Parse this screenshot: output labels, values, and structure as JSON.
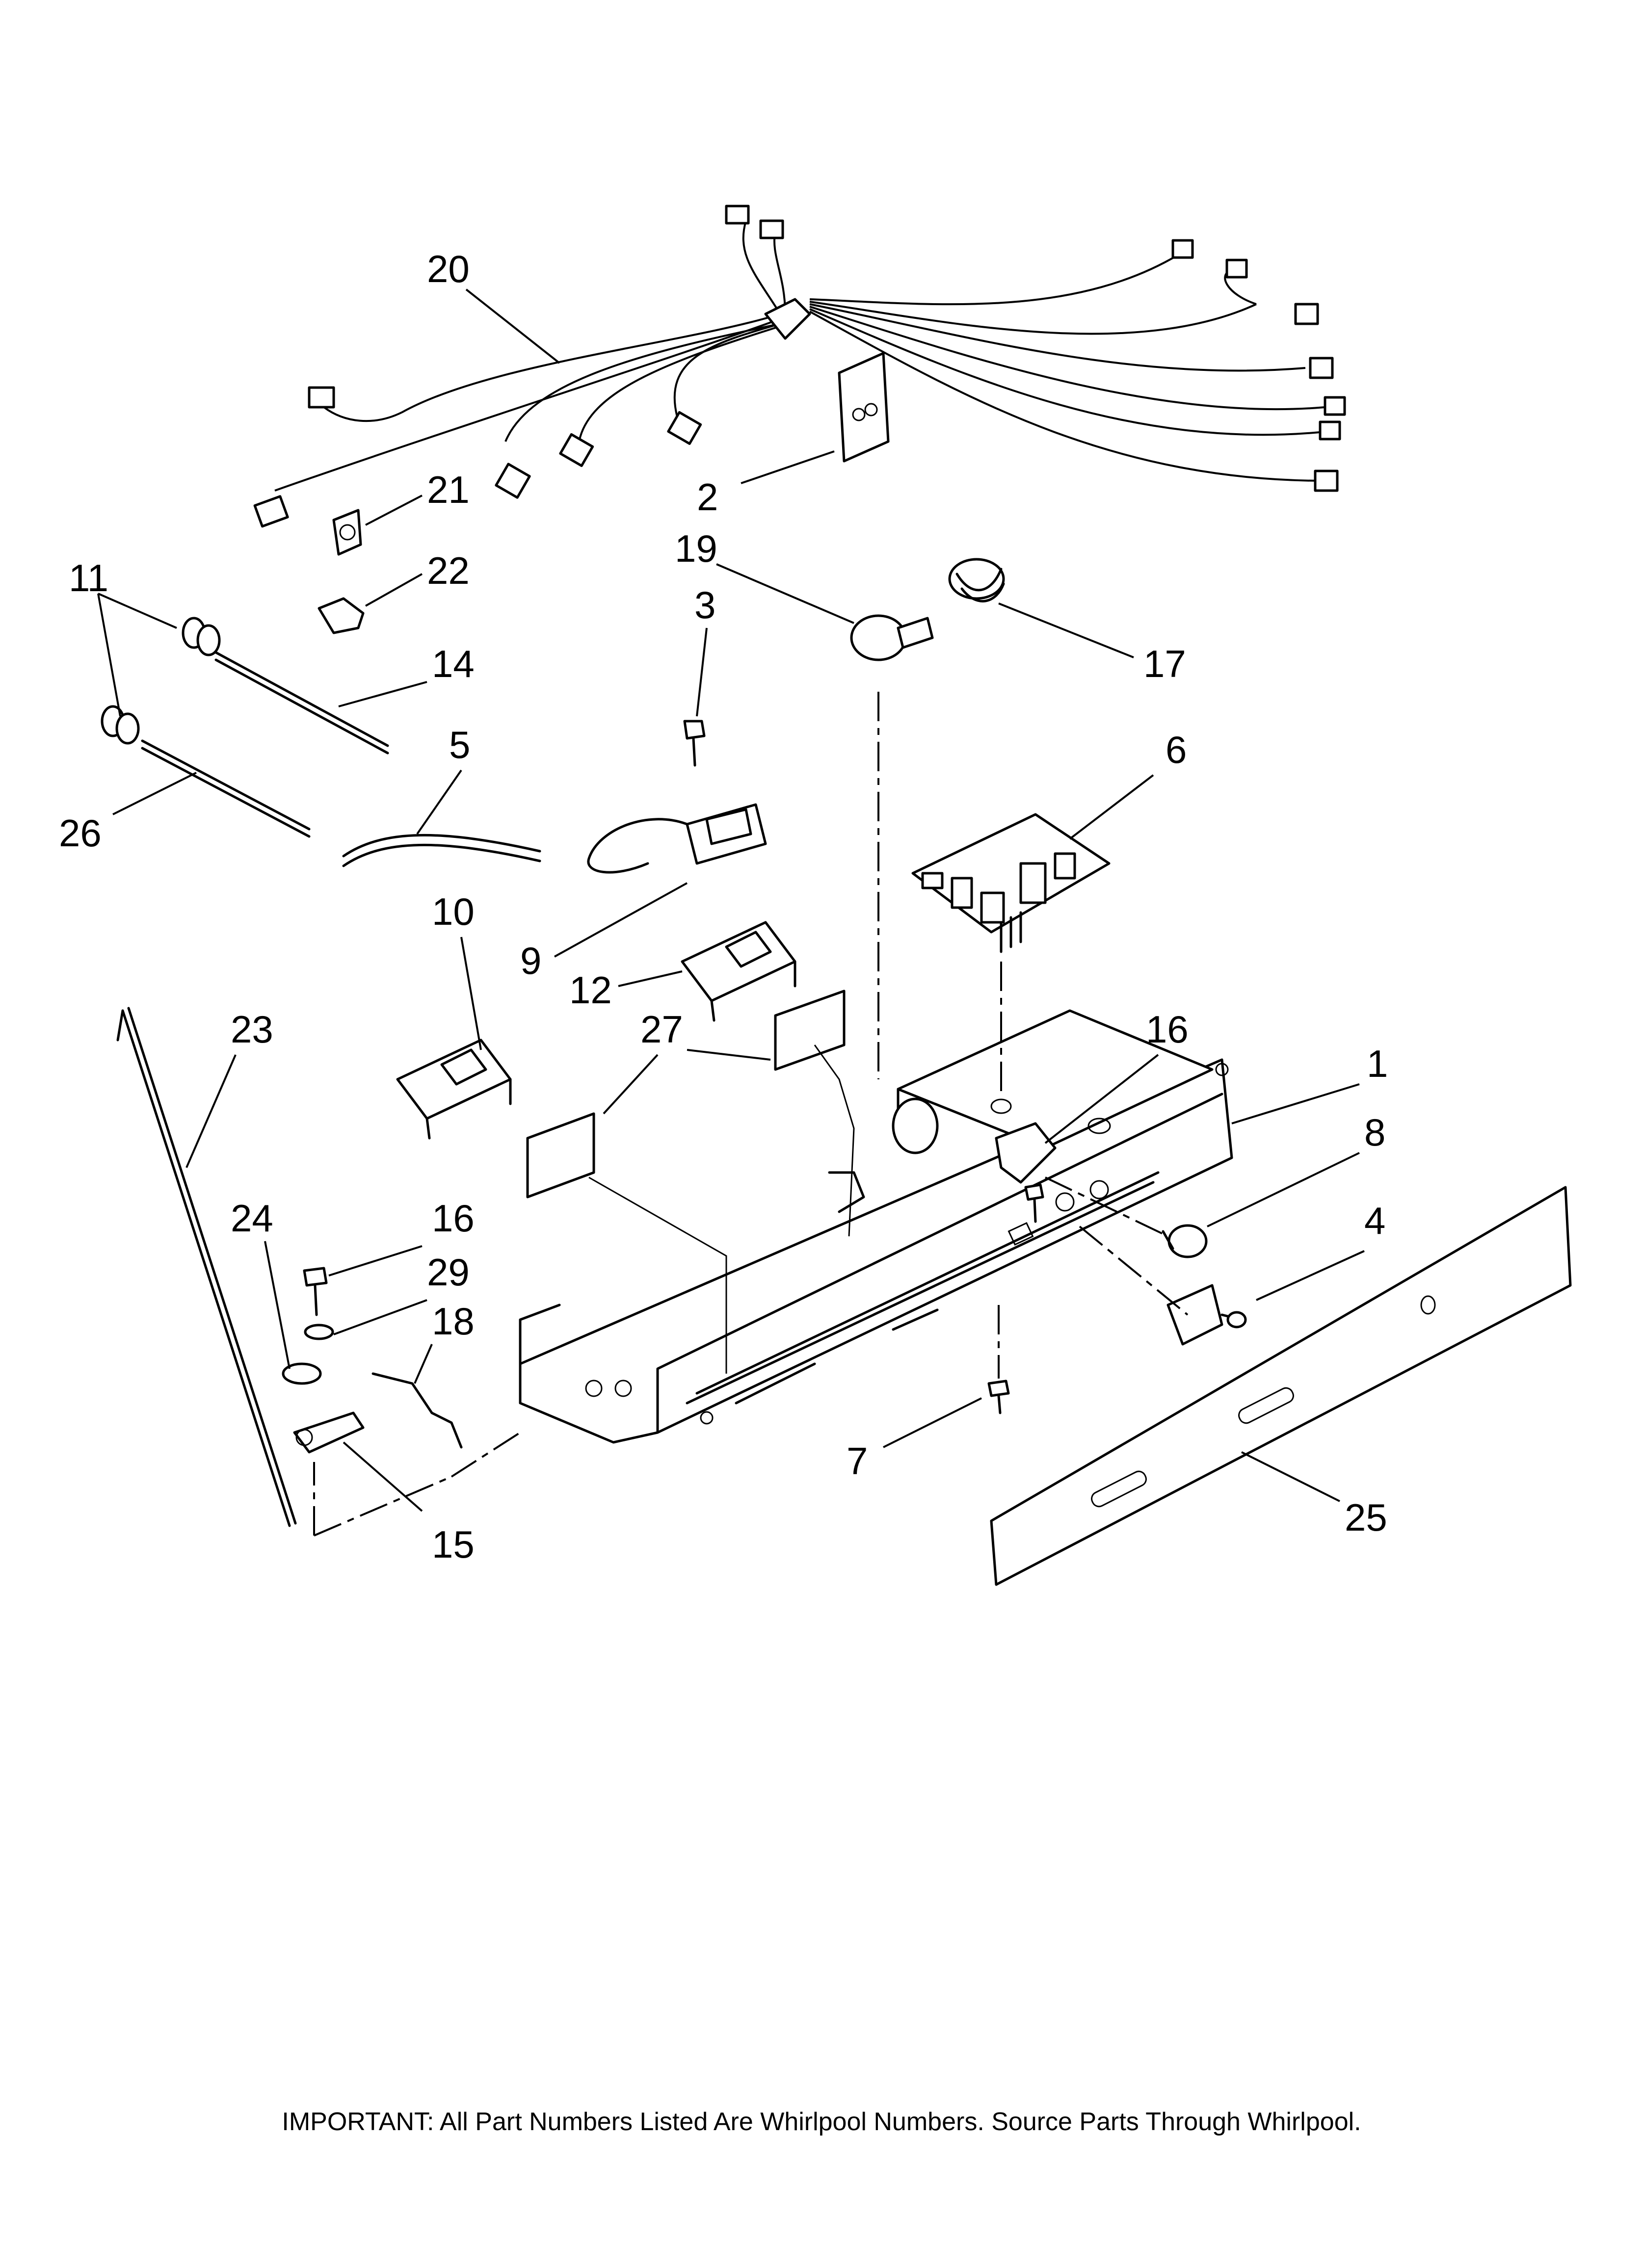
{
  "footer": {
    "text": "IMPORTANT: All Part Numbers Listed Are Whirlpool Numbers. Source Parts Through Whirlpool."
  },
  "callouts": [
    {
      "id": "c20",
      "label": "20"
    },
    {
      "id": "c21",
      "label": "21"
    },
    {
      "id": "c2",
      "label": "2"
    },
    {
      "id": "c11",
      "label": "11"
    },
    {
      "id": "c22",
      "label": "22"
    },
    {
      "id": "c19",
      "label": "19"
    },
    {
      "id": "c3",
      "label": "3"
    },
    {
      "id": "c17",
      "label": "17"
    },
    {
      "id": "c14",
      "label": "14"
    },
    {
      "id": "c5",
      "label": "5"
    },
    {
      "id": "c6",
      "label": "6"
    },
    {
      "id": "c26",
      "label": "26"
    },
    {
      "id": "c10",
      "label": "10"
    },
    {
      "id": "c9",
      "label": "9"
    },
    {
      "id": "c12",
      "label": "12"
    },
    {
      "id": "c23",
      "label": "23"
    },
    {
      "id": "c27",
      "label": "27"
    },
    {
      "id": "c16a",
      "label": "16"
    },
    {
      "id": "c1",
      "label": "1"
    },
    {
      "id": "c8",
      "label": "8"
    },
    {
      "id": "c24",
      "label": "24"
    },
    {
      "id": "c16b",
      "label": "16"
    },
    {
      "id": "c4",
      "label": "4"
    },
    {
      "id": "c29",
      "label": "29"
    },
    {
      "id": "c18",
      "label": "18"
    },
    {
      "id": "c7",
      "label": "7"
    },
    {
      "id": "c25",
      "label": "25"
    },
    {
      "id": "c15",
      "label": "15"
    }
  ]
}
